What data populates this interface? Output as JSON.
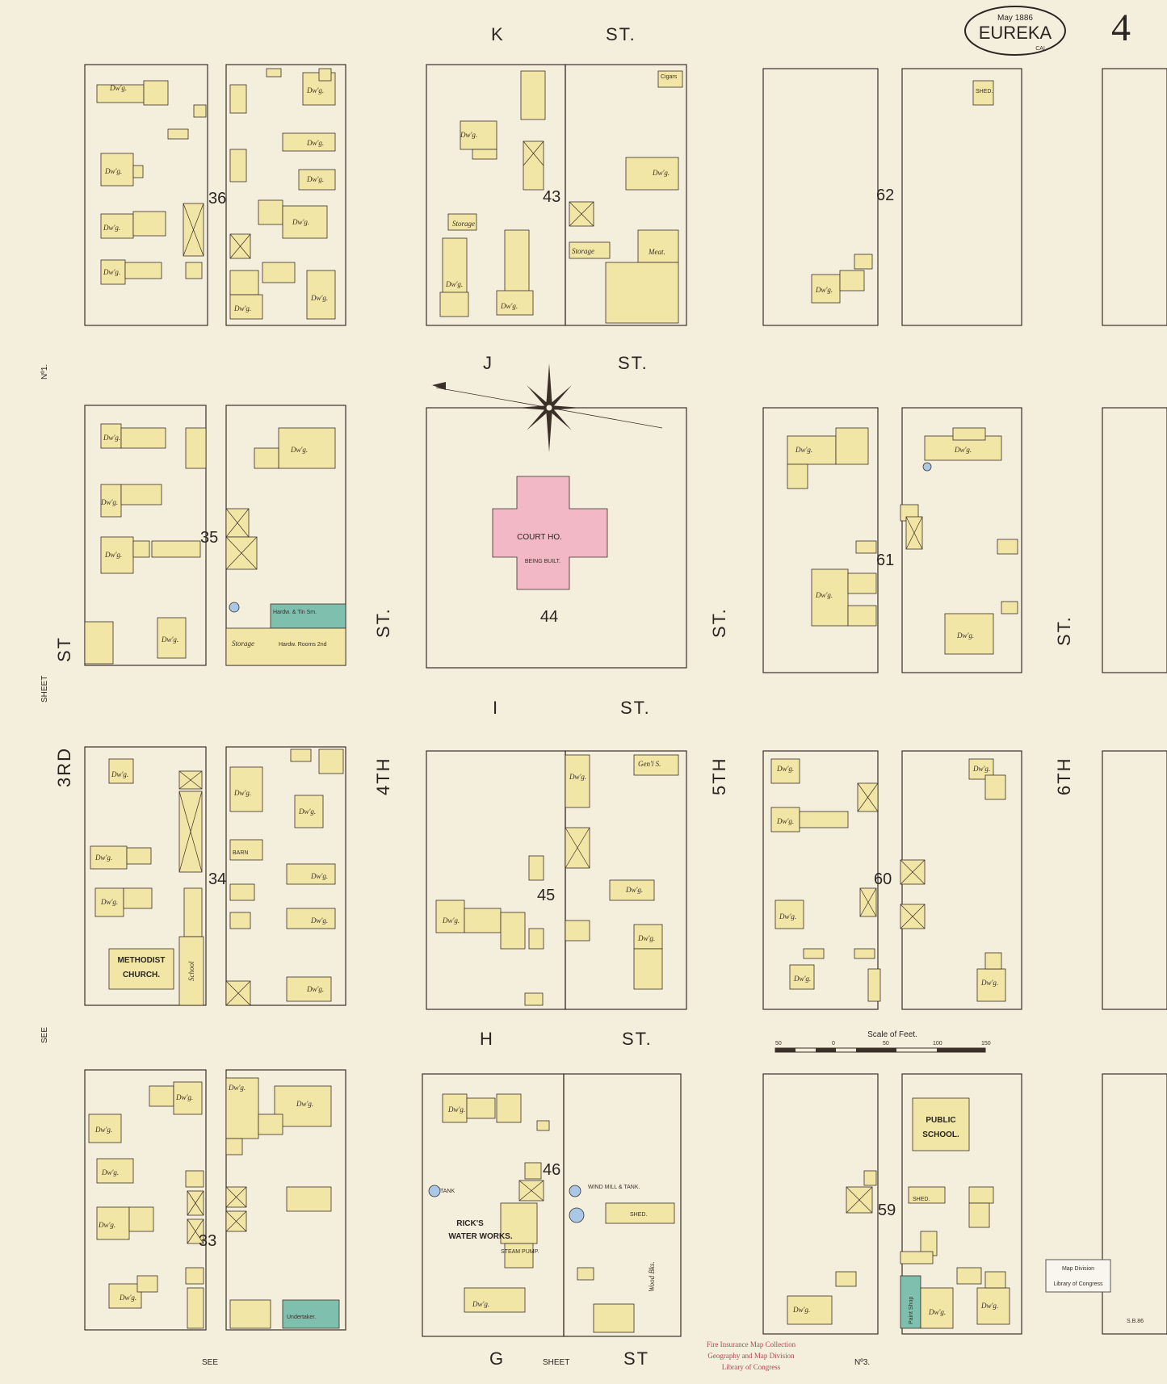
{
  "header": {
    "date": "May 1886",
    "city": "EUREKA",
    "state": "CAL.",
    "sheet_number": "4"
  },
  "streets": {
    "k": "K",
    "k_st": "ST.",
    "j": "J",
    "j_st": "ST.",
    "i": "I",
    "i_st": "ST.",
    "h": "H",
    "h_st": "ST.",
    "g": "G",
    "g_st": "ST",
    "third": "3RD",
    "third_st": "ST",
    "fourth": "4TH",
    "fourth_st": "ST.",
    "fifth": "5TH",
    "fifth_st": "ST.",
    "sixth": "6TH",
    "sixth_st": "ST."
  },
  "margin_notes": {
    "see_sheet_no1_a": "SEE",
    "see_sheet_no1_b": "SHEET",
    "see_sheet_no1_c": "Nº1.",
    "see_sheet_no3_a": "SEE",
    "see_sheet_no3_b": "SHEET",
    "see_sheet_no3_c": "Nº3."
  },
  "blocks": [
    "36",
    "43",
    "62",
    "35",
    "44",
    "61",
    "34",
    "45",
    "60",
    "33",
    "46",
    "59"
  ],
  "landmarks": {
    "court_house": "COURT HO.",
    "court_house_note": "BEING BUILT.",
    "methodist_church_1": "METHODIST",
    "methodist_church_2": "CHURCH.",
    "public_school_1": "PUBLIC",
    "public_school_2": "SCHOOL.",
    "water_works_1": "RICK'S",
    "water_works_2": "WATER WORKS.",
    "hardw_tin": "Hardw. & Tin Sm.",
    "hardw_rooms": "Hardw. Rooms 2nd",
    "undertaker": "Undertaker.",
    "paint_shop": "Paint Shop",
    "wind_mill": "WIND MILL & TANK.",
    "storage": "Storage",
    "meat": "Meat.",
    "shed": "SHED.",
    "dwg": "Dw'g.",
    "school": "School",
    "barn": "BARN",
    "gent_s": "Gen'l S.",
    "cigars": "Cigars",
    "tank": "TANK",
    "wood_bldg": "Wood Bks.",
    "steam_pump": "STEAM PUMP."
  },
  "scale": {
    "title": "Scale of Feet.",
    "ticks": [
      "50",
      "0",
      "50",
      "100",
      "150"
    ]
  },
  "stamp": {
    "line1": "Fire Insurance Map Collection",
    "line2": "Geography and Map Division",
    "line3": "Library of Congress"
  },
  "loc_stamp": {
    "line1": "Map Division",
    "line2": "Library of Congress"
  },
  "corner_note": "S.B.86",
  "colors": {
    "paper": "#f4efdc",
    "frame": "#f2e6a6",
    "brick": "#f2b8c6",
    "stone": "#7fbfae"
  }
}
